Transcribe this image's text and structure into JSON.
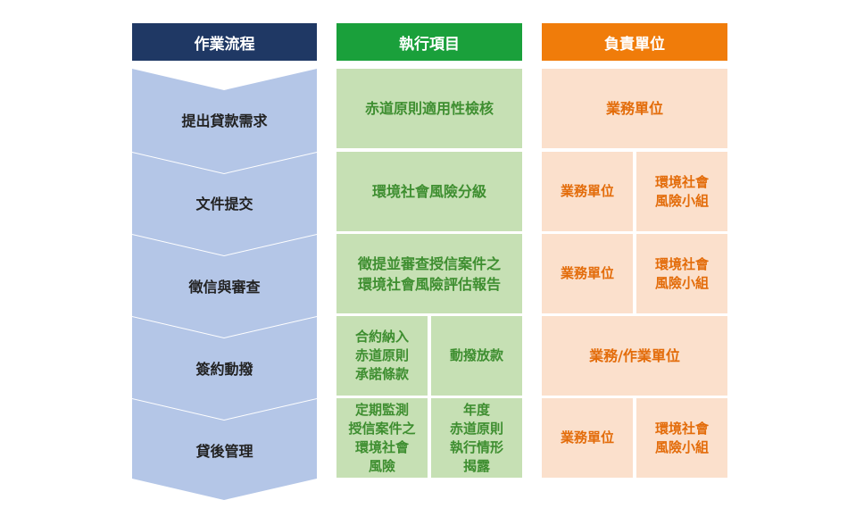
{
  "headers": {
    "process": "作業流程",
    "action": "執行項目",
    "owner": "負責單位"
  },
  "colors": {
    "process_header": "#1f3864",
    "action_header": "#1aa03b",
    "owner_header": "#f07c0a",
    "process_fill": "#b4c6e7",
    "action_fill": "#c6e0b4",
    "owner_fill": "#fbe0cc"
  },
  "steps": [
    {
      "label": "提出貸款需求"
    },
    {
      "label": "文件提交"
    },
    {
      "label": "徵信與審查"
    },
    {
      "label": "簽約動撥"
    },
    {
      "label": "貸後管理"
    }
  ],
  "actions": {
    "row1": "赤道原則適用性檢核",
    "row2": "環境社會風險分級",
    "row3": "徵提並審查授信案件之\n環境社會風險評估報告",
    "row4a": "合約納入\n赤道原則\n承諾條款",
    "row4b": "動撥放款",
    "row5a": "定期監測\n授信案件之\n環境社會\n風險",
    "row5b": "年度\n赤道原則\n執行情形\n揭露"
  },
  "owners": {
    "row1": "業務單位",
    "row2a": "業務單位",
    "row2b": "環境社會\n風險小組",
    "row3a": "業務單位",
    "row3b": "環境社會\n風險小組",
    "row4": "業務/作業單位",
    "row5a": "業務單位",
    "row5b": "環境社會\n風險小組"
  }
}
